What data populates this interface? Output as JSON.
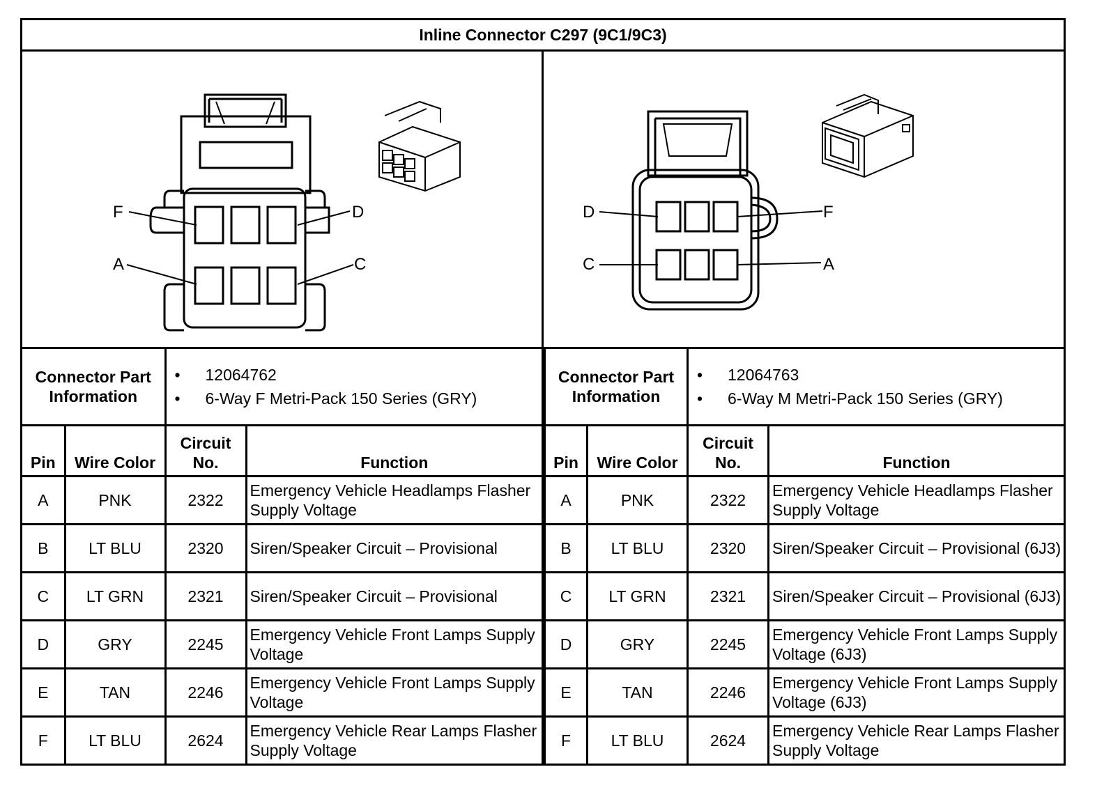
{
  "title": "Inline Connector C297 (9C1/9C3)",
  "left": {
    "diagram": {
      "callouts": {
        "top_left": "F",
        "top_right": "D",
        "bottom_left": "A",
        "bottom_right": "C"
      }
    },
    "info_header": "Connector Part Information",
    "info_items": [
      "12064762",
      "6-Way F Metri-Pack 150 Series (GRY)"
    ],
    "columns": [
      "Pin",
      "Wire Color",
      "Circuit No.",
      "Function"
    ],
    "rows": [
      {
        "pin": "A",
        "wire": "PNK",
        "circuit": "2322",
        "func": "Emergency Vehicle Headlamps Flasher Supply Voltage"
      },
      {
        "pin": "B",
        "wire": "LT BLU",
        "circuit": "2320",
        "func": "Siren/Speaker Circuit – Provisional"
      },
      {
        "pin": "C",
        "wire": "LT GRN",
        "circuit": "2321",
        "func": "Siren/Speaker Circuit – Provisional"
      },
      {
        "pin": "D",
        "wire": "GRY",
        "circuit": "2245",
        "func": "Emergency Vehicle Front Lamps Supply Voltage"
      },
      {
        "pin": "E",
        "wire": "TAN",
        "circuit": "2246",
        "func": "Emergency Vehicle Front Lamps Supply Voltage"
      },
      {
        "pin": "F",
        "wire": "LT BLU",
        "circuit": "2624",
        "func": "Emergency Vehicle Rear Lamps Flasher Supply Voltage"
      }
    ]
  },
  "right": {
    "diagram": {
      "callouts": {
        "top_left": "D",
        "top_right": "F",
        "bottom_left": "C",
        "bottom_right": "A"
      }
    },
    "info_header": "Connector Part Information",
    "info_items": [
      "12064763",
      "6-Way M Metri-Pack 150 Series (GRY)"
    ],
    "columns": [
      "Pin",
      "Wire Color",
      "Circuit No.",
      "Function"
    ],
    "rows": [
      {
        "pin": "A",
        "wire": "PNK",
        "circuit": "2322",
        "func": "Emergency Vehicle Headlamps Flasher Supply Voltage"
      },
      {
        "pin": "B",
        "wire": "LT BLU",
        "circuit": "2320",
        "func": "Siren/Speaker Circuit – Provisional (6J3)"
      },
      {
        "pin": "C",
        "wire": "LT GRN",
        "circuit": "2321",
        "func": "Siren/Speaker Circuit – Provisional (6J3)"
      },
      {
        "pin": "D",
        "wire": "GRY",
        "circuit": "2245",
        "func": "Emergency Vehicle Front Lamps Supply Voltage (6J3)"
      },
      {
        "pin": "E",
        "wire": "TAN",
        "circuit": "2246",
        "func": "Emergency Vehicle Front Lamps Supply Voltage (6J3)"
      },
      {
        "pin": "F",
        "wire": "LT BLU",
        "circuit": "2624",
        "func": "Emergency Vehicle Rear Lamps Flasher Supply Voltage"
      }
    ]
  }
}
